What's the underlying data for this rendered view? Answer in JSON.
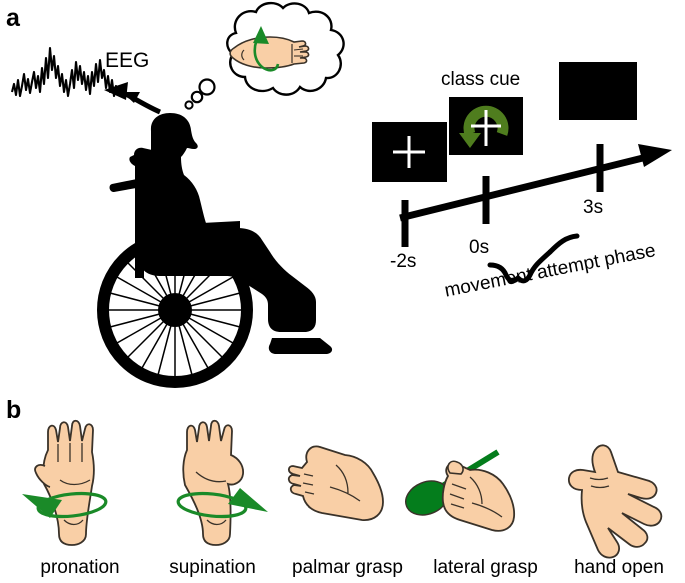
{
  "figure": {
    "panels": {
      "a_letter": "a",
      "b_letter": "b"
    }
  },
  "panel_a": {
    "eeg_label": "EEG",
    "eeg_signal_name": "eeg-waveform",
    "subject_name": "wheelchair-user-silhouette",
    "thought_bubble": {
      "name": "thought-bubble",
      "content_name": "imagined-hand-rotation"
    },
    "timeline": {
      "class_cue_label": "class cue",
      "ticks": [
        {
          "label": "-2s",
          "time": -2
        },
        {
          "label": "0s",
          "time": 0
        },
        {
          "label": "3s",
          "time": 3
        }
      ],
      "phase_label": "movement attempt phase",
      "screens": [
        {
          "name": "fixation-cross-screen",
          "content": "fixation-cross"
        },
        {
          "name": "class-cue-screen",
          "content": "rotation-arrow-cue"
        },
        {
          "name": "blank-screen",
          "content": "blank"
        }
      ]
    }
  },
  "panel_b": {
    "gestures": [
      {
        "label": "pronation",
        "icon": "hand-pronation-icon"
      },
      {
        "label": "supination",
        "icon": "hand-supination-icon"
      },
      {
        "label": "palmar grasp",
        "icon": "hand-palmar-grasp-icon"
      },
      {
        "label": "lateral grasp",
        "icon": "hand-lateral-grasp-icon"
      },
      {
        "label": "hand open",
        "icon": "hand-open-icon"
      }
    ]
  },
  "colors": {
    "background": "#ffffff",
    "ink": "#000000",
    "skin": "#f9cfa6",
    "skin_outline": "#3a3229",
    "arrow_green": "#1a8a28",
    "object_green": "#047d1c",
    "cue_green": "#4f7d1e",
    "screen_black": "#000000",
    "cross_white": "#ffffff"
  }
}
